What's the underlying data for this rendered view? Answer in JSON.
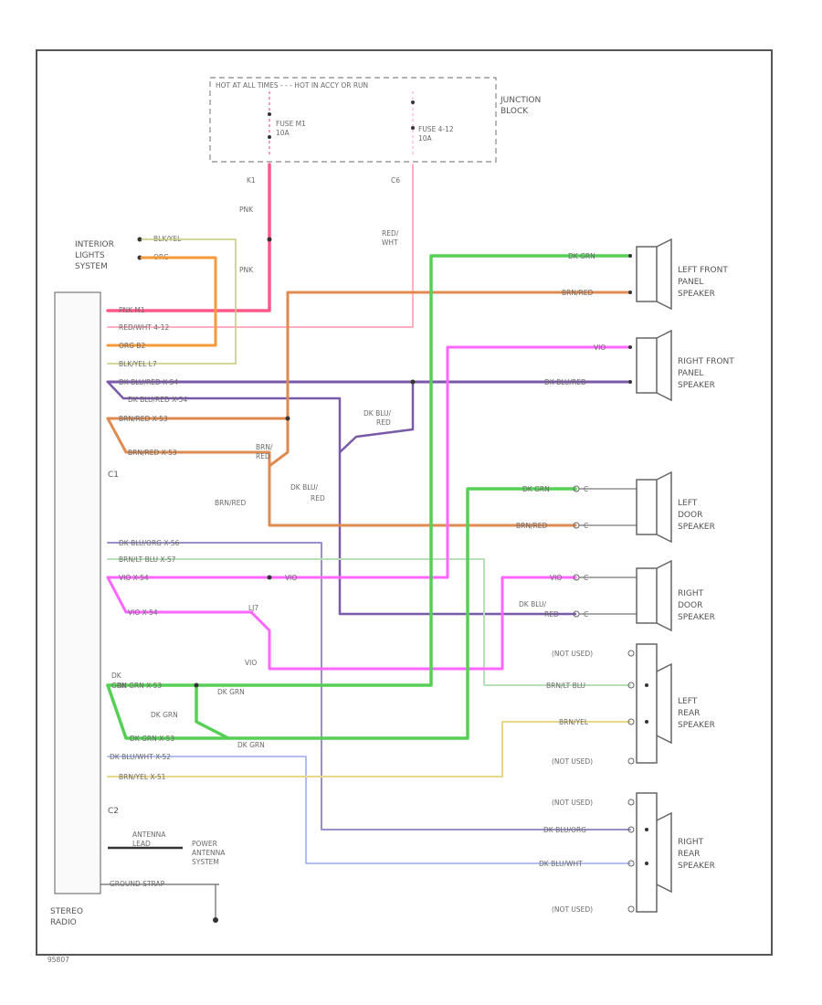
{
  "junction_block": {
    "header": "HOT AT ALL TIMES - - - HOT IN ACCY OR RUN",
    "title_line1": "JUNCTION",
    "title_line2": "BLOCK",
    "fuse1_line1": "FUSE M1",
    "fuse1_line2": "10A",
    "fuse2_line1": "FUSE 4-12",
    "fuse2_line2": "10A",
    "pin1": "K1",
    "pin2": "C6"
  },
  "interior_lights": {
    "line1": "INTERIOR",
    "line2": "LIGHTS",
    "line3": "SYSTEM",
    "wire1": "BLK/YEL",
    "wire2": "ORG"
  },
  "radio": {
    "connector1": "C1",
    "connector2": "C2",
    "name_line1": "STEREO",
    "name_line2": "RADIO",
    "ground": "GROUND STRAP",
    "antenna_line1": "ANTENNA",
    "antenna_line2": "LEAD",
    "power_antenna_line1": "POWER",
    "power_antenna_line2": "ANTENNA",
    "power_antenna_line3": "SYSTEM"
  },
  "radio_pins": [
    "PNK  M1",
    "RED/WHT  4-12",
    "ORG  B2",
    "BLK/YEL  L7",
    "DK BLU/RED  X-54",
    "DK BLU/RED  X-54",
    "BRN/RED  X-53",
    "BRN/RED  X-53",
    "DK BLU/ORG  X-56",
    "BRN/LT BLU  X-57",
    "VIO  X-54",
    "VIO  X-54",
    "DK GRN  X-53",
    "DK GRN  X-53",
    "DK BLU/WHT  X-52",
    "BRN/YEL  X-51"
  ],
  "wire_labels": {
    "pnk1": "PNK",
    "pnk2": "PNK",
    "red_wht_line1": "RED/",
    "red_wht_line2": "WHT",
    "brn_red_splice_line1": "BRN/",
    "brn_red_splice_line2": "RED",
    "brn_red_mid": "BRN/RED",
    "dk_blu_red_a_line1": "DK BLU/",
    "dk_blu_red_a_line2": "RED",
    "dk_blu_red_b_line1": "DK BLU/",
    "dk_blu_red_b_line2": "RED",
    "vio_right": "VIO",
    "vio_splice": "LJ7",
    "vio_low": "VIO",
    "dk_grn_radio_line1": "DK",
    "dk_grn_radio_line2": "GRN",
    "dk_grn_right": "DK GRN",
    "dk_grn_splice": "DK GRN",
    "dk_grn_low": "DK GRN"
  },
  "speakers": [
    {
      "name_line1": "LEFT FRONT",
      "name_line2": "PANEL",
      "name_line3": "SPEAKER",
      "wire1": "DK GRN",
      "wire2": "BRN/RED"
    },
    {
      "name_line1": "RIGHT FRONT",
      "name_line2": "PANEL",
      "name_line3": "SPEAKER",
      "wire1": "VIO",
      "wire2": "DK BLU/RED"
    },
    {
      "name_line1": "LEFT",
      "name_line2": "DOOR",
      "name_line3": "SPEAKER",
      "wire1": "DK GRN",
      "wire2": "BRN/RED",
      "conn1": "C",
      "conn2": "C"
    },
    {
      "name_line1": "RIGHT",
      "name_line2": "DOOR",
      "name_line3": "SPEAKER",
      "wire1": "VIO",
      "wire2_line1": "DK BLU/",
      "wire2_line2": "RED",
      "conn1": "C",
      "conn2": "C"
    },
    {
      "name_line1": "LEFT",
      "name_line2": "REAR",
      "name_line3": "SPEAKER",
      "wire1": "(NOT USED)",
      "wire2": "BRN/LT BLU",
      "wire3": "BRN/YEL",
      "wire4": "(NOT USED)"
    },
    {
      "name_line1": "RIGHT",
      "name_line2": "REAR",
      "name_line3": "SPEAKER",
      "wire1": "(NOT USED)",
      "wire2": "DK BLU/ORG",
      "wire3": "DK BLU/WHT",
      "wire4": "(NOT USED)"
    }
  ],
  "figure_id": "95807",
  "colors": {
    "pnk": "#ff5a8a",
    "red_wht": "#ffb0c0",
    "org": "#f59a3a",
    "blk_yel": "#c8c878",
    "dk_blu_red": "#7a5aa8",
    "brn_red": "#e08a50",
    "dk_blu_org": "#9a8fc8",
    "brn_lt_blu": "#b8e0b8",
    "vio": "#ff66ff",
    "dk_grn": "#55d055",
    "dk_blu_wht": "#9aa8e8",
    "brn_yel": "#e8d888"
  }
}
